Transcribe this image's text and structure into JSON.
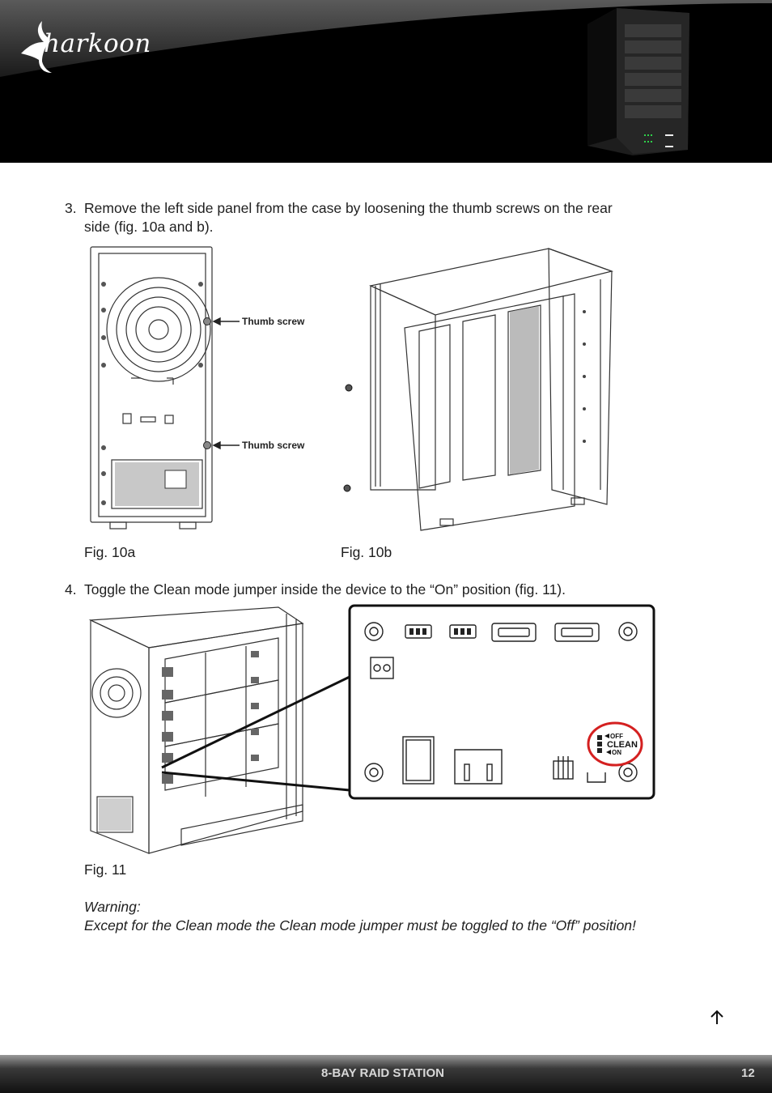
{
  "header": {
    "brand": "Sharkoon",
    "logo_text": "harkoon"
  },
  "steps": [
    {
      "number": "3.",
      "line1": "Remove the left side panel from the case by loosening the thumb screws on the rear",
      "line2": "side (fig. 10a and b)."
    },
    {
      "number": "4.",
      "line1": "Toggle the Clean mode jumper inside the device to the “On” position (fig. 11)."
    }
  ],
  "figures": {
    "fig10a": {
      "caption": "Fig. 10a",
      "labels": [
        "Thumb screw",
        "Thumb screw"
      ]
    },
    "fig10b": {
      "caption": "Fig. 10b"
    },
    "fig11": {
      "caption": "Fig. 11",
      "jumper_labels": [
        "OFF",
        "CLEAN",
        "ON"
      ]
    }
  },
  "warning": {
    "title": "Warning:",
    "text": "Except for the Clean mode the Clean mode jumper must be toggled to the “Off” position!"
  },
  "footer": {
    "title": "8-BAY RAID STATION",
    "page": "12"
  },
  "icons": {
    "back_to_top": "up-arrow-icon"
  }
}
